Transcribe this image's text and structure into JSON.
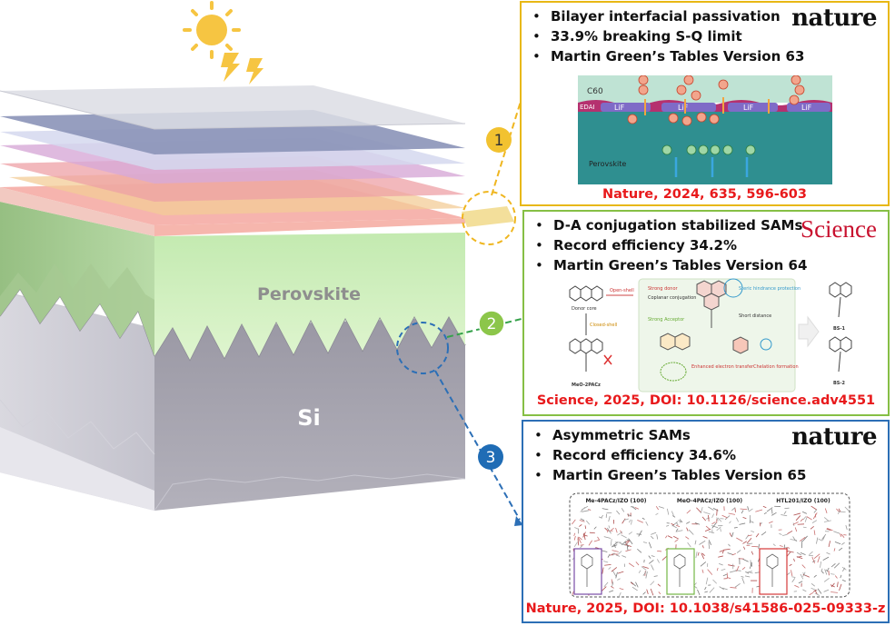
{
  "device": {
    "perovskite_label": "Perovskite",
    "si_label": "Si"
  },
  "badges": [
    "1",
    "2",
    "3"
  ],
  "colors": {
    "panel1_border": "#e8b815",
    "panel2_border": "#86bf45",
    "panel3_border": "#2c6fb6",
    "citation": "#e8191b",
    "badge1": "#f2c230",
    "badge2": "#8cc64a",
    "badge3": "#1f6cb5"
  },
  "panels": [
    {
      "journal": "nature",
      "bullets": [
        "Bilayer interfacial passivation",
        "33.9% breaking S-Q limit",
        "Martin Green’s Tables Version 63"
      ],
      "citation": "Nature, 2024, 635, 596-603",
      "figure": {
        "c60": "C60",
        "edai": "EDAI",
        "lif": [
          "LiF",
          "LiF",
          "LiF",
          "LiF"
        ],
        "perovskite": "Perovskite"
      }
    },
    {
      "journal": "Science",
      "bullets": [
        "D-A conjugation stabilized SAMs",
        "Record efficiency 34.2%",
        "Martin Green’s Tables Version 64"
      ],
      "citation": "Science, 2025, DOI: 10.1126/science.adv4551",
      "figure": {
        "donor_core": "Donor core",
        "open_shell": "Open-shell",
        "closed_shell": "Closed-shell",
        "meo_2pacz": "MeO-2PACz",
        "strong_donor": "Strong donor",
        "coplanar": "Coplanar conjugation",
        "strong_acceptor": "Strong Acceptor",
        "steric": "Steric hindrance protection",
        "short_distance": "Short distance",
        "enhanced": "Enhanced electron transfer",
        "chelation": "Chelation formation",
        "bs1": "BS-1",
        "bs2": "BS-2"
      }
    },
    {
      "journal": "nature",
      "bullets": [
        "Asymmetric SAMs",
        "Record efficiency 34.6%",
        "Martin Green’s Tables Version 65"
      ],
      "citation": "Nature, 2025, DOI: 10.1038/s41586-025-09333-z",
      "figure": {
        "titles": [
          "Me-4PACz/IZO (100)",
          "MeO-4PACz/IZO (100)",
          "HTL201/IZO (100)"
        ]
      }
    }
  ]
}
